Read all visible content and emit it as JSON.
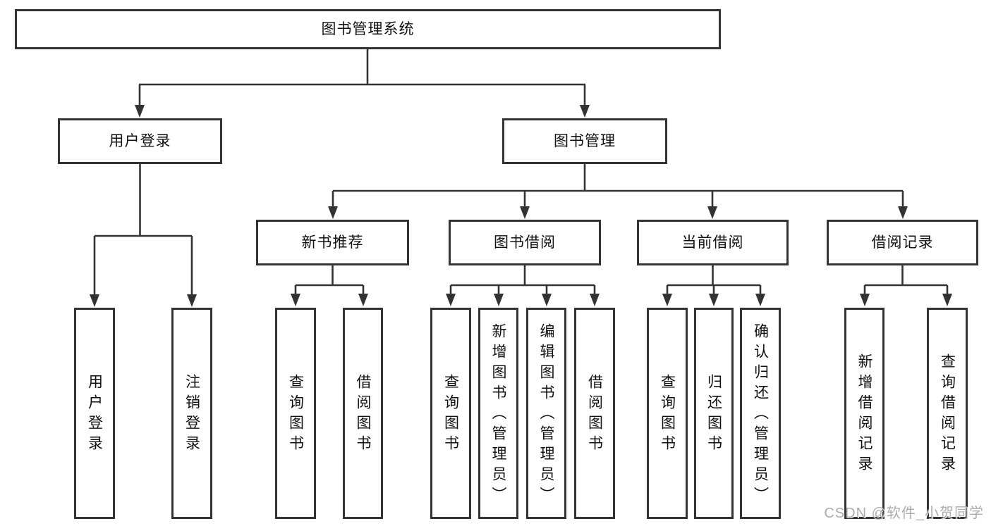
{
  "tree": {
    "root": "图书管理系统",
    "level2": [
      "用户登录",
      "图书管理"
    ],
    "level3": [
      "新书推荐",
      "图书借阅",
      "当前借阅",
      "借阅记录"
    ],
    "leaves_login": [
      "用户登录",
      "注销登录"
    ],
    "leaves_new_book": [
      "查询图书",
      "借阅图书"
    ],
    "leaves_book_borrow": [
      "查询图书",
      "新增图书（管理员）",
      "编辑图书（管理员）",
      "借阅图书"
    ],
    "leaves_current_borrow": [
      "查询图书",
      "归还图书",
      "确认归还（管理员）"
    ],
    "leaves_borrow_record": [
      "新增借阅记录",
      "查询借阅记录"
    ]
  },
  "watermark": "CSDN @软件_小贺同学",
  "colors": {
    "line": "#333333",
    "box_border": "#333333",
    "box_background": "#ffffff",
    "text": "#111111",
    "watermark_text": "#9e9e9e",
    "page_background": "#ffffff"
  }
}
